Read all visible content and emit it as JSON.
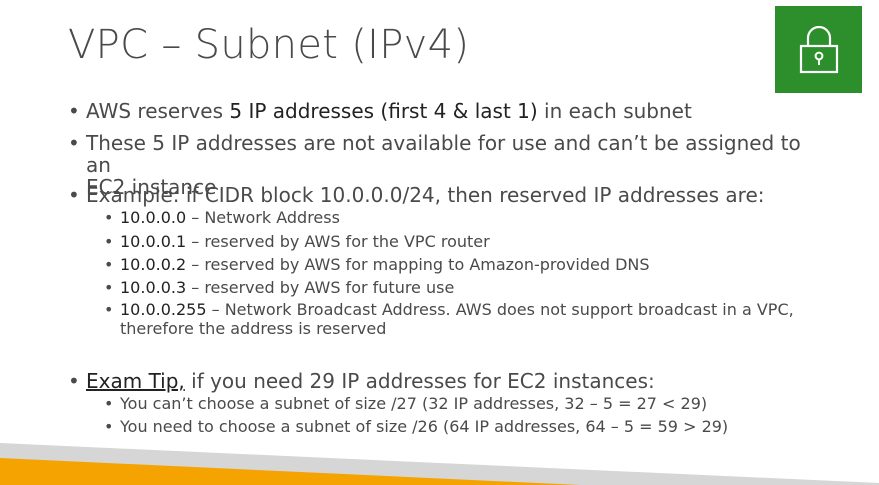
{
  "slide": {
    "title": "VPC – Subnet (IPv4)",
    "icon": "lock-icon",
    "colors": {
      "icon_bg": "#2c8f2c",
      "accent_orange": "#f5a300",
      "accent_grey": "#cfcfcf"
    }
  },
  "bullets": {
    "b1": {
      "pre": "AWS reserves ",
      "emph": "5 IP addresses (first 4 & last 1)",
      "post": " in each subnet"
    },
    "b2": {
      "line1": "These 5 IP addresses are not available for use and can’t be assigned to an",
      "line2": "EC2 instance"
    },
    "b3": "Example: if CIDR block 10.0.0.0/24, then reserved IP addresses are:",
    "sub": [
      {
        "ip": "10.0.0.0",
        "desc": " – Network Address"
      },
      {
        "ip": "10.0.0.1",
        "desc": " – reserved by AWS for the VPC router"
      },
      {
        "ip": "10.0.0.2",
        "desc": " – reserved by AWS for mapping to Amazon-provided DNS"
      },
      {
        "ip": "10.0.0.3",
        "desc": " – reserved by AWS for future use"
      },
      {
        "ip": "10.0.0.255",
        "desc": " – Network Broadcast Address. AWS does not support broadcast in a VPC,",
        "desc2": "therefore the address is reserved"
      }
    ],
    "tip": {
      "label": "Exam Tip,",
      "text": " if you need 29 IP addresses for EC2 instances:"
    },
    "tip_sub": [
      "You can’t choose a subnet of size /27 (32 IP addresses, 32 – 5 = 27 < 29)",
      "You need to choose a subnet of size /26 (64 IP addresses, 64 – 5 = 59 > 29)"
    ],
    "dot": "•"
  }
}
